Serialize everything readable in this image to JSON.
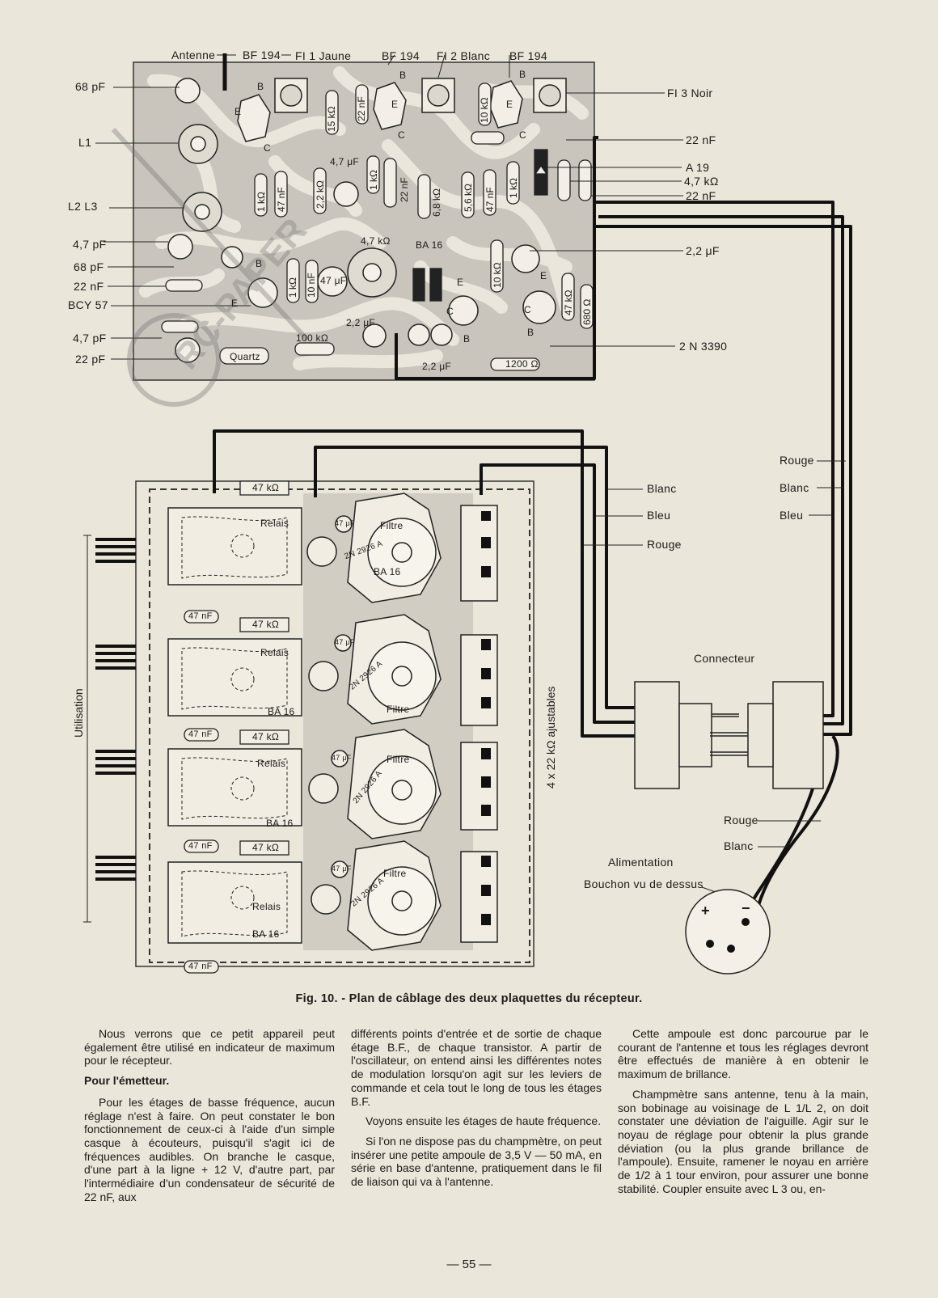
{
  "board1": {
    "top_labels": [
      "Antenne",
      "BF 194",
      "FI 1 Jaune",
      "BF 194",
      "FI 2 Blanc",
      "BF 194"
    ],
    "left_labels": [
      "68 pF",
      "L1",
      "L2 L3",
      "4,7 pF",
      "68 pF",
      "22 nF",
      "BCY 57",
      "4,7 pF",
      "22 pF"
    ],
    "right_labels": [
      "FI 3 Noir",
      "22 nF",
      "A 19",
      "4,7 kΩ",
      "22 nF",
      "2,2 μF",
      "2 N 3390"
    ],
    "inner_labels": {
      "r15k": "15 kΩ",
      "c22n_a": "22 nF",
      "r10k_a": "10 kΩ",
      "c47u_a": "4,7 μF",
      "r1k_a": "1 kΩ",
      "c47n": "47 nF",
      "r22k": "2,2 kΩ",
      "r1k_b": "1 kΩ",
      "c22n_b": "22 nF",
      "r68k": "6,8 kΩ",
      "r56k": "5,6 kΩ",
      "c47n_b": "47 nF",
      "r1k_c": "1 kΩ",
      "pot47k": "4,7 kΩ",
      "ba16": "BA 16",
      "r1k_d": "1 kΩ",
      "c10n": "10 nF",
      "c47u_b": "47 μF",
      "r10k_b": "10 kΩ",
      "r47k": "47 kΩ",
      "r680": "680 Ω",
      "c22u_a": "2,2 μF",
      "r100k": "100 kΩ",
      "quartz": "Quartz",
      "c22u_b": "2,2 μF",
      "r1200": "1200 Ω"
    },
    "pin_letters": [
      "B",
      "E",
      "C",
      "B",
      "E",
      "C",
      "B",
      "E",
      "C",
      "B",
      "E",
      "C",
      "E",
      "B",
      "C",
      "E",
      "B"
    ]
  },
  "board2": {
    "resistor_labels": [
      "47 kΩ",
      "47 kΩ",
      "47 kΩ",
      "47 kΩ"
    ],
    "cap_labels": [
      "47 nF",
      "47 nF",
      "47 nF",
      "47 nF"
    ],
    "relay_label": "Relais",
    "filter_label": "Filtre",
    "diode_label": "BA 16",
    "transistor_label": "2N 2926 A",
    "small_cap": "47 μF",
    "side_label": "Utilisation",
    "adjustables_label": "4 x 22 kΩ ajustables"
  },
  "wiring": {
    "left_colors": [
      "Blanc",
      "Bleu",
      "Rouge"
    ],
    "right_colors": [
      "Rouge",
      "Blanc",
      "Bleu"
    ],
    "connector": "Connecteur",
    "supply_colors": [
      "Rouge",
      "Blanc"
    ],
    "supply_title": "Alimentation",
    "supply_subtitle": "Bouchon vu de dessus",
    "plus": "+",
    "minus": "−"
  },
  "caption": "Fig. 10. - Plan de câblage des deux plaquettes du récepteur.",
  "columns": {
    "col1_p1": "Nous verrons que ce petit appareil peut également être utilisé en indicateur de maximum pour le récepteur.",
    "col1_heading": "Pour l'émetteur.",
    "col1_p2": "Pour les étages de basse fréquence, aucun réglage n'est à faire. On peut constater le bon fonctionnement de ceux-ci à l'aide d'un simple casque à écouteurs, puisqu'il s'agit ici de fréquences audibles. On branche le casque, d'une part à la ligne + 12 V, d'autre part, par l'intermédiaire d'un condensateur de sécurité de 22 nF, aux",
    "col2_p1": "différents points d'entrée et de sortie de chaque étage B.F., de chaque transistor. A partir de l'oscillateur, on entend ainsi les différentes notes de modulation lorsqu'on agit sur les leviers de commande et cela tout le long de tous les étages B.F.",
    "col2_p2": "Voyons ensuite les étages de haute fréquence.",
    "col2_p3": "Si l'on ne dispose pas du champmètre, on peut insérer une petite ampoule de 3,5 V — 50 mA, en série en base d'antenne, pratiquement dans le fil de liaison qui va à l'antenne.",
    "col3_p1": "Cette ampoule est donc parcourue par le courant de l'antenne et tous les réglages devront être effectués de manière à en obtenir le maximum de brillance.",
    "col3_p2": "Champmètre sans antenne, tenu à la main, son bobinage au voisinage de L 1/L 2, on doit constater une déviation de l'aiguille. Agir sur le noyau de réglage pour obtenir la plus grande déviation (ou la plus grande brillance de l'ampoule). Ensuite, ramener le noyau en arrière de 1/2 à 1 tour environ, pour assurer une bonne stabilité. Coupler ensuite avec L 3 ou, en-"
  },
  "page_number": "— 55 —"
}
